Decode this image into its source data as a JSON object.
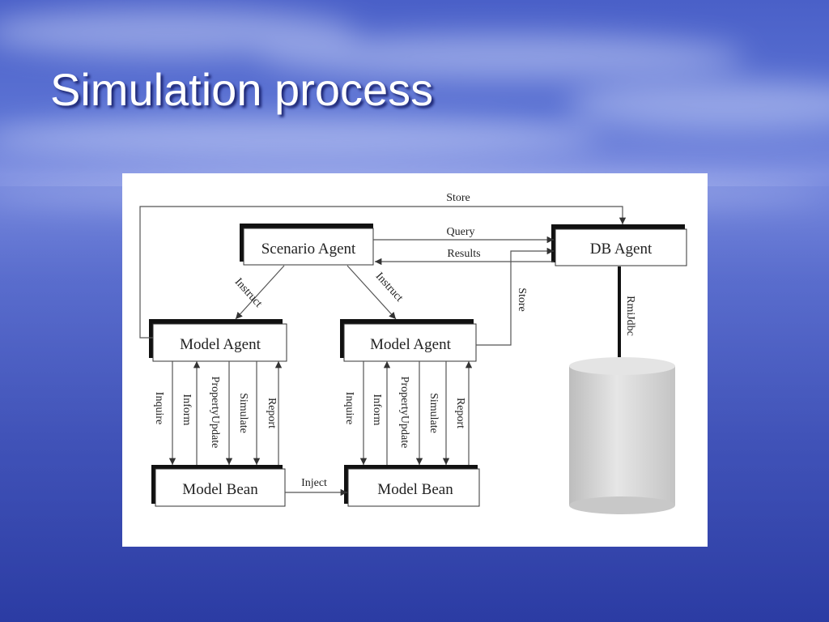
{
  "slide": {
    "title": "Simulation process"
  },
  "diagram": {
    "nodes": {
      "scenario_agent": "Scenario Agent",
      "db_agent": "DB Agent",
      "model_agent_1": "Model Agent",
      "model_agent_2": "Model Agent",
      "model_bean_1": "Model Bean",
      "model_bean_2": "Model Bean"
    },
    "edges": {
      "store_top": "Store",
      "query": "Query",
      "results": "Results",
      "instruct_left": "Instruct",
      "instruct_right": "Instruct",
      "store_right": "Store",
      "rmi_jdbc": "RmiJdbc",
      "inject": "Inject",
      "ma1": {
        "inquire": "Inquire",
        "inform": "Inform",
        "property_update": "PropertyUpdate",
        "simulate": "Simulate",
        "report": "Report"
      },
      "ma2": {
        "inquire": "Inquire",
        "inform": "Inform",
        "property_update": "PropertyUpdate",
        "simulate": "Simulate",
        "report": "Report"
      }
    }
  },
  "colors": {
    "slide_bg": "#4a60c8",
    "panel_bg": "#ffffff",
    "database": "#d8d8d8"
  }
}
